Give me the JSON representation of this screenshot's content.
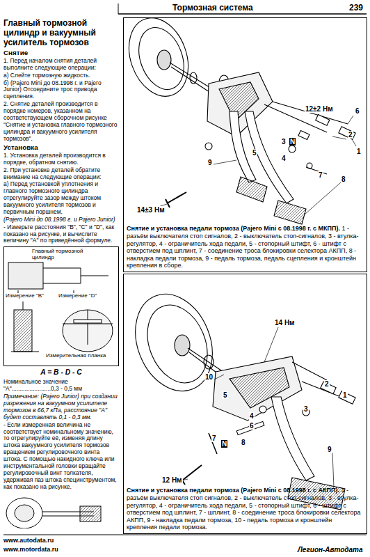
{
  "diagram": {
    "title": "Главный тормозной цилиндр и вакуумный усилитель тормозов",
    "nodes": [
      {
        "text": [
          "Снятие и установка педали тормоза (Pajero Mini с 08.1998 г. с МКПП).",
          "1 - разъём выключателя стоп сигналов, 2 - выключатель стоп-сигналов, 3 - втулка-регулятор, 4 - ограничитель хода педали, 5 - стопорный штифт, 6 - штифт с отверстием под шплинт, 7 - соединение троса блокировки селектора АКПП, 8 - накладка педали тормоза, 9 - педаль тормоза, педаль сцепления и кронштейн крепления в сборе."
        ]
      },
      {
        "text": [
          "Снятие и установка педали тормоза (Pajero Mini с 08.1998 г. с АКПП).",
          "1 - разъём выключателя стоп сигналов, 2 - выключатель стоп-сигналов, 3 - втулка-регулятор, 4 - ограничитель хода педали, 5 - стопорный штифт, 6 - штифт с отверстием под шплинт, 7 - шплинт, 8 - соединение троса блокировки селектора АКПП, 9 - накладка педали тормоза, 10 - педаль тормоза и кронштейн крепления педали тормоза."
        ]
      }
    ],
    "labels": [
      "Тормозная система",
      "239",
      "Снятие",
      "1. Перед началом снятия деталей выполните следующие операции:",
      "а) Слейте тормозную жидкость.",
      "б) (Pajero Mini до 08.1998 г. и Pajero Junior) Отсоедините трос привода сцепления.",
      "2. Снятие деталей производится в порядке номеров, указанном на соответствующем сборочном рисунке \"Снятие и установка главного тормозного цилиндра и вакуумного усилителя тормозов\".",
      "Установка",
      "1. Установка деталей производится в порядке, обратном снятию.",
      "2. При установке деталей обратите внимание на следующие операции:",
      "а) Перед установкой уплотнения и главного тормозного цилиндра отрегулируйте зазор между штоком вакуумного усилителя тормозов и первичным поршнем.",
      "(Pajero Mini до 08.1998 г. и Pajero Junior)",
      "- Измерьте расстояния \"В\", \"С\" и \"D\", как показано на рисунке, и вычислите величину \"А\" по приведённой формуле.",
      "Главный тормозной цилиндр",
      "Измерение \"В\"",
      "Измерение \"D\"",
      "Измерительная планка",
      "A = B - D - C",
      "Номинальное значение \"А\"........................0,3 - 0,5 мм",
      "Примечание: (Pajero Junior) при создании разрежения на вакуумном усилителе тормозов в 66,7 кПа, расстояние \"А\" будет составлять 0,1 - 0,3 мм.",
      "- Если измеренная величина не соответствует номинальному значению, то отрегулируйте её, изменяя длину штока вакуумного усилителя тормозов вращением регулировочного винта штока. С помощью накидного ключа или инструментальной головки вращайте регулировочный винт толкателя, удерживая паз штока специнструментом, как показано на рисунке.",
      "www.autodata.ru",
      "www.motordata.ru",
      "Легион-Автодата",
      "12±2 Нм",
      "6",
      "2",
      "1",
      "3",
      "N",
      "4",
      "5",
      "9",
      "7",
      "8",
      "14±3 Нм",
      "14 Нм",
      "10",
      "2",
      "1",
      "5",
      "4",
      "3",
      "6",
      "7",
      "N",
      "8",
      "9",
      "12 Нм"
    ]
  }
}
